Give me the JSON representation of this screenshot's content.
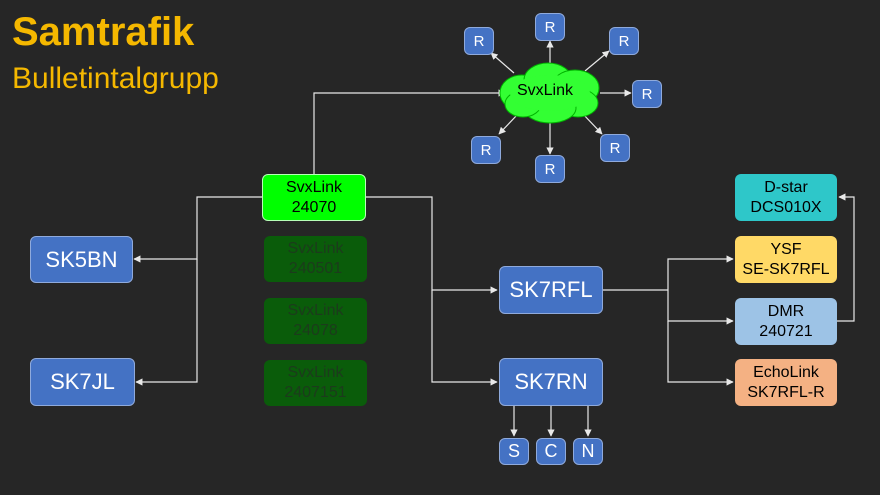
{
  "header": {
    "title": "Samtrafik",
    "subtitle": "Bulletintalgrupp"
  },
  "cloud": {
    "label": "SvxLink",
    "repeater_label": "R"
  },
  "hub": {
    "line1": "SvxLink",
    "line2": "24070"
  },
  "inactive_groups": [
    {
      "line1": "SvxLink",
      "line2": "240501"
    },
    {
      "line1": "SvxLink",
      "line2": "24078"
    },
    {
      "line1": "SvxLink",
      "line2": "2407151"
    }
  ],
  "stations": {
    "sk5bn": "SK5BN",
    "sk7jl": "SK7JL",
    "sk7rfl": "SK7RFL",
    "sk7rn": "SK7RN"
  },
  "sk7rn_outputs": [
    "S",
    "C",
    "N"
  ],
  "networks": {
    "dstar": {
      "line1": "D-star",
      "line2": "DCS010X"
    },
    "ysf": {
      "line1": "YSF",
      "line2": "SE-SK7RFL"
    },
    "dmr": {
      "line1": "DMR",
      "line2": "240721"
    },
    "echolink": {
      "line1": "EchoLink",
      "line2": "SK7RFL-R"
    }
  },
  "colors": {
    "background": "#262626",
    "title": "#f5b800",
    "station": "#4472c4",
    "hub": "#00ff00",
    "inactive": "#0a5c0a",
    "dstar": "#2ec7c9",
    "ysf": "#ffd966",
    "dmr": "#9dc3e6",
    "echolink": "#f4b183"
  }
}
